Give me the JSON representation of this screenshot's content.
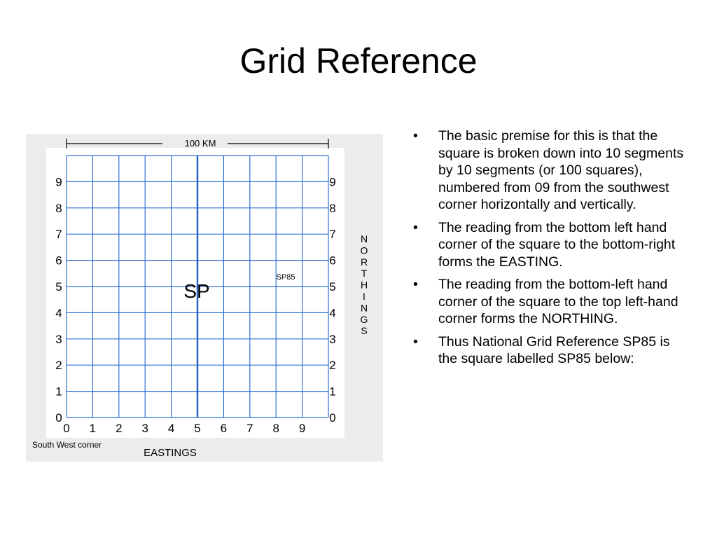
{
  "slide": {
    "title": "Grid Reference"
  },
  "diagram": {
    "scale_label": "100 KM",
    "square_label": "SP",
    "cell_label": "SP85",
    "eastings_label": "EASTINGS",
    "northings_label": "NORTHINGS",
    "corner_label": "South West corner",
    "easting_ticks": [
      "0",
      "1",
      "2",
      "3",
      "4",
      "5",
      "6",
      "7",
      "8",
      "9"
    ],
    "northing_ticks": [
      "0",
      "1",
      "2",
      "3",
      "4",
      "5",
      "6",
      "7",
      "8",
      "9"
    ],
    "grid_color": "#2f6fd6",
    "center_line_color": "#1f5fc0"
  },
  "bullets": [
    "The basic premise for this is that the square is broken down into 10 segments by 10 segments (or 100 squares), numbered from 09 from the southwest corner horizontally and vertically.",
    "The reading from the bottom left hand corner of the square to the bottom-right forms the EASTING.",
    "The reading from the bottom-left hand corner of the square to the top left-hand corner forms the NORTHING.",
    "Thus National Grid Reference SP85 is the square labelled SP85 below:"
  ],
  "bullet_symbol": "•"
}
